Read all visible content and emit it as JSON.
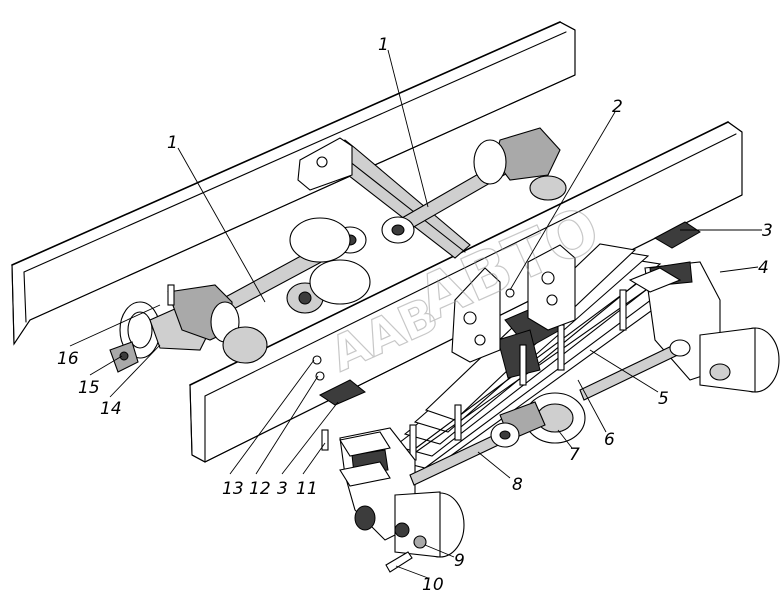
{
  "diagram": {
    "callouts": [
      {
        "id": "c1a",
        "label": "1"
      },
      {
        "id": "c1b",
        "label": "1"
      },
      {
        "id": "c2",
        "label": "2"
      },
      {
        "id": "c3a",
        "label": "3"
      },
      {
        "id": "c4",
        "label": "4"
      },
      {
        "id": "c5",
        "label": "5"
      },
      {
        "id": "c6",
        "label": "6"
      },
      {
        "id": "c7",
        "label": "7"
      },
      {
        "id": "c8",
        "label": "8"
      },
      {
        "id": "c9",
        "label": "9"
      },
      {
        "id": "c10",
        "label": "10"
      },
      {
        "id": "c11",
        "label": "11"
      },
      {
        "id": "c3b",
        "label": "3"
      },
      {
        "id": "c12",
        "label": "12"
      },
      {
        "id": "c13",
        "label": "13"
      },
      {
        "id": "c14",
        "label": "14"
      },
      {
        "id": "c15",
        "label": "15"
      },
      {
        "id": "c16",
        "label": "16"
      }
    ],
    "watermark": {
      "line1": "АВТО",
      "line2": "ААВ"
    }
  }
}
